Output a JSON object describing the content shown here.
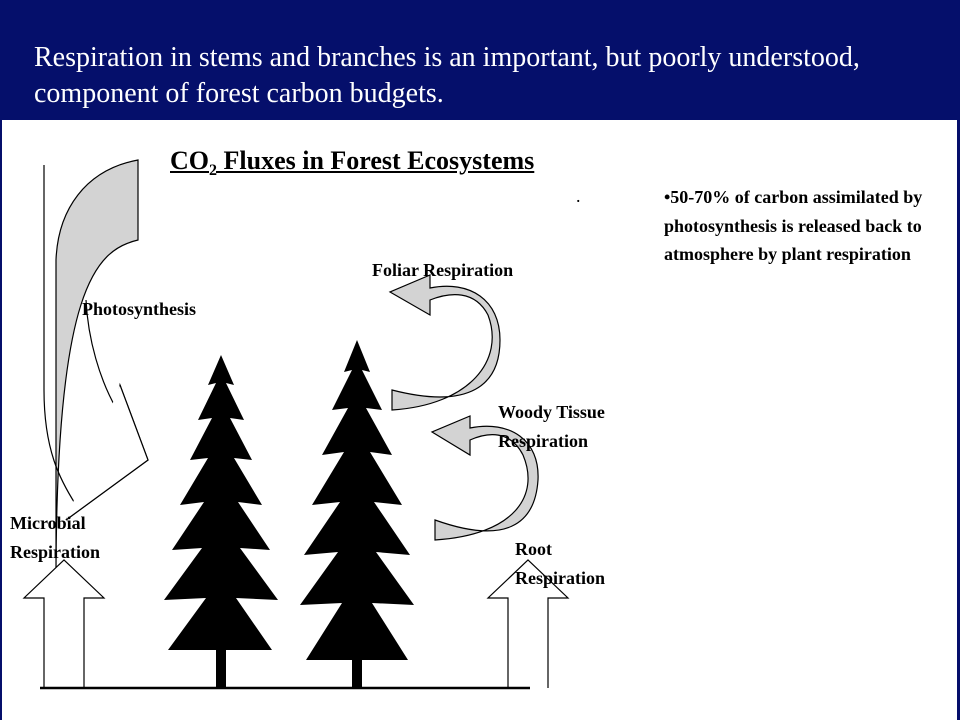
{
  "header": {
    "text": "Respiration in stems and branches is an important, but poorly understood, component of forest carbon budgets.",
    "bg_color": "#050f6b"
  },
  "diagram": {
    "title_main": "CO",
    "title_sub": "2",
    "title_rest": " Fluxes in Forest Ecosystems",
    "dot": ".",
    "labels": {
      "photosynthesis": "Photosynthesis",
      "foliar": "Foliar Respiration",
      "woody_line1": "Woody Tissue",
      "woody_line2": "Respiration",
      "microbial_line1": "Microbial",
      "microbial_line2": "Respiration",
      "root_line1": "Root",
      "root_line2": "Respiration"
    },
    "bullet": "•50-70% of carbon assimilated by photosynthesis is released back to atmosphere by plant respiration",
    "arrow_fill": "#d3d3d3"
  }
}
